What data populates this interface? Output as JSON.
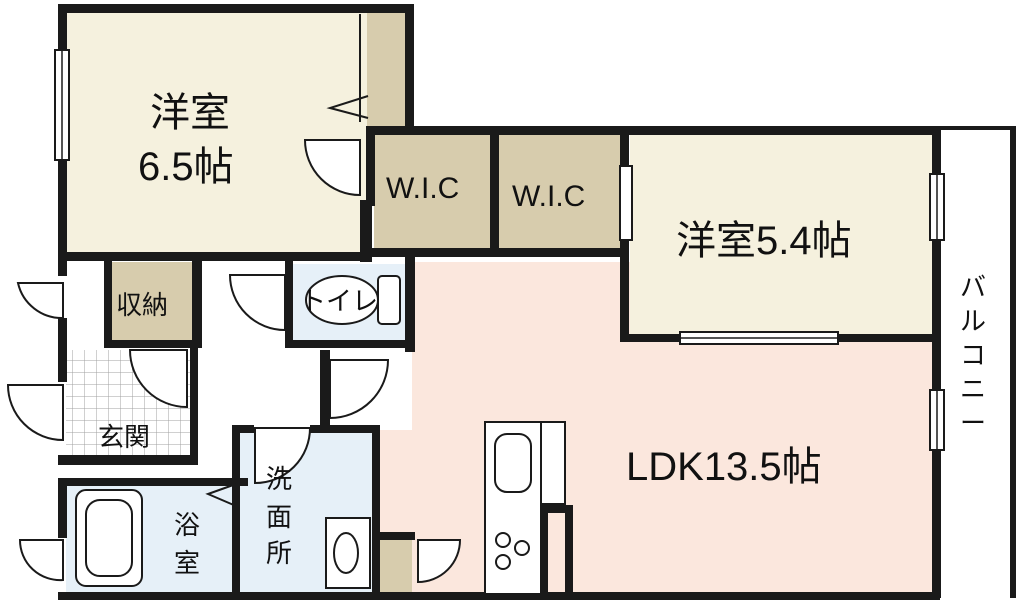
{
  "rooms": {
    "western_a": {
      "name": "洋室",
      "size": "6.5帖"
    },
    "western_b": {
      "label": "洋室5.4帖"
    },
    "wic_a": "W.I.C",
    "wic_b": "W.I.C",
    "ldk": "LDK13.5帖",
    "storage": "収納",
    "toilet": "トイレ",
    "entrance": "玄関",
    "bath": {
      "c1": "浴",
      "c2": "室"
    },
    "washroom": {
      "c1": "洗",
      "c2": "面",
      "c3": "所"
    },
    "balcony": {
      "c1": "バ",
      "c2": "ル",
      "c3": "コ",
      "c4": "ニ",
      "c5": "ー"
    }
  },
  "colors": {
    "cream": "#f5f1de",
    "khaki": "#d7ccad",
    "ldk": "#fbe7dd",
    "wet": "#e6f0f8",
    "wall": "#1a1a1a",
    "tile": "#9e9e9e"
  }
}
